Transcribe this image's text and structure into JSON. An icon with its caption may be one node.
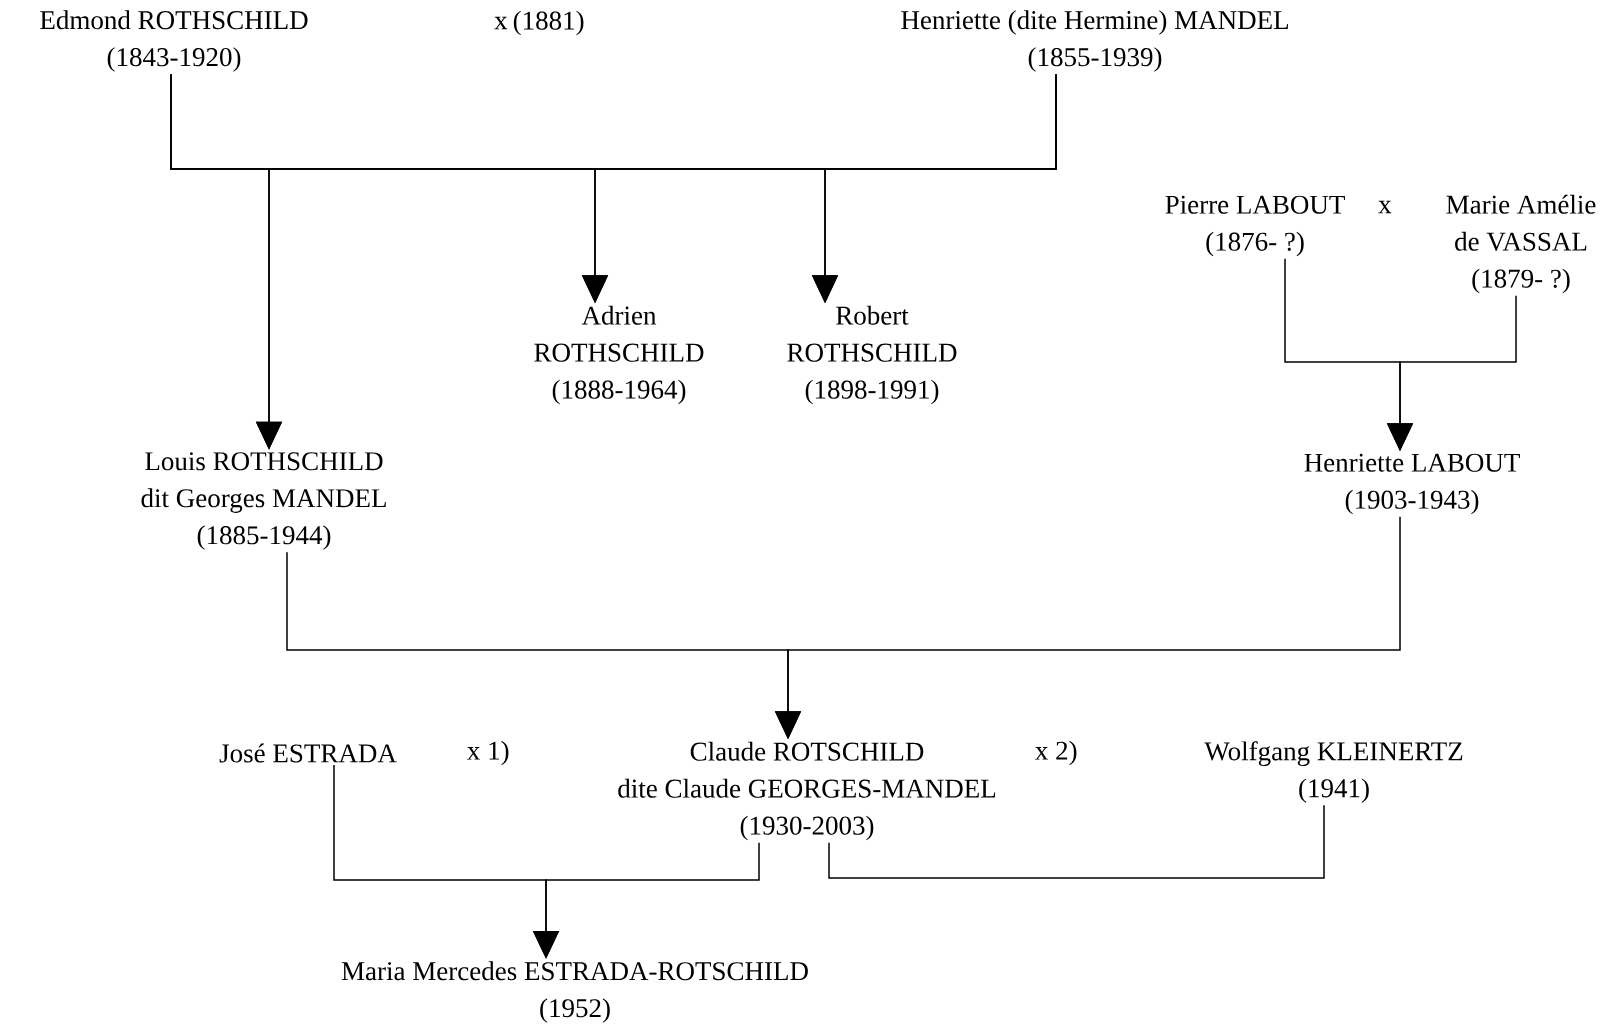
{
  "diagram": {
    "nodes": [
      {
        "text": [
          "Edmond ROTHSCHILD",
          "(1843-1920)"
        ]
      },
      {
        "text": [
          "Henriette (dite Hermine) MANDEL",
          "(1855-1939)"
        ]
      },
      {
        "text": [
          "Adrien",
          "ROTHSCHILD",
          "(1888-1964)"
        ]
      },
      {
        "text": [
          "Robert",
          "ROTHSCHILD",
          "(1898-1991)"
        ]
      },
      {
        "text": [
          "Pierre LABOUT",
          "(1876- ?)"
        ]
      },
      {
        "text": [
          "Marie Amélie",
          "de VASSAL",
          "(1879- ?)"
        ]
      },
      {
        "text": [
          "Louis ROTHSCHILD",
          "dit Georges MANDEL",
          "(1885-1944)"
        ]
      },
      {
        "text": [
          "Henriette LABOUT",
          "(1903-1943)"
        ]
      },
      {
        "text": [
          "José ESTRADA"
        ]
      },
      {
        "text": [
          "Claude ROTSCHILD",
          "dite Claude GEORGES-MANDEL",
          "(1930-2003)"
        ]
      },
      {
        "text": [
          "Wolfgang KLEINERTZ",
          "(1941)"
        ]
      },
      {
        "text": [
          "Maria Mercedes ESTRADA-ROTSCHILD",
          "(1952)"
        ]
      }
    ],
    "edges": [
      {
        "from": 0,
        "to": 6,
        "arrow": "to"
      },
      {
        "from": 1,
        "to": 6,
        "arrow": "to"
      },
      {
        "from": 0,
        "to": 2,
        "arrow": "to"
      },
      {
        "from": 1,
        "to": 2,
        "arrow": "to"
      },
      {
        "from": 0,
        "to": 3,
        "arrow": "to"
      },
      {
        "from": 1,
        "to": 3,
        "arrow": "to"
      },
      {
        "from": 4,
        "to": 7,
        "arrow": "to"
      },
      {
        "from": 5,
        "to": 7,
        "arrow": "to"
      },
      {
        "from": 6,
        "to": 9,
        "arrow": "to"
      },
      {
        "from": 7,
        "to": 9,
        "arrow": "to"
      },
      {
        "from": 8,
        "to": 11,
        "arrow": "to"
      },
      {
        "from": 9,
        "to": 11,
        "arrow": "to"
      },
      {
        "from": 9,
        "to": 10,
        "arrow": "none"
      }
    ],
    "labels": [
      "x",
      "(1881)",
      "x",
      "x 1)",
      "x 2)"
    ]
  }
}
